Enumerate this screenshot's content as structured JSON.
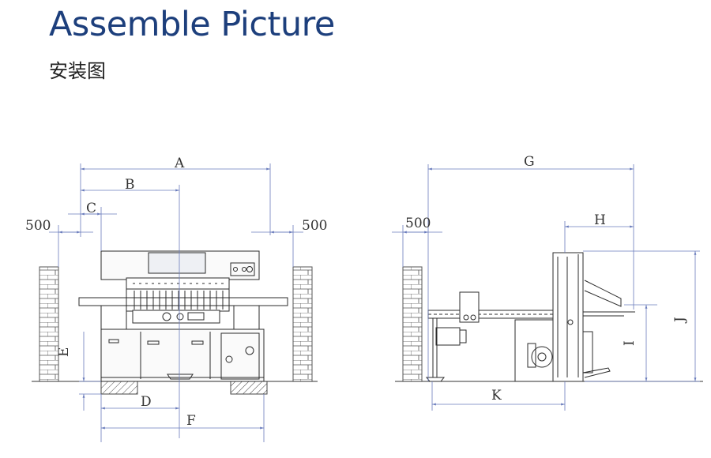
{
  "page": {
    "title": "Assemble Picture",
    "subtitle": "安装图"
  },
  "colors": {
    "title": "#1d3f7c",
    "dimension_line": "#6a7cbc",
    "machine_line": "#2b2b2b",
    "brick": "#555555"
  },
  "front_view": {
    "dimensions": {
      "A": "A",
      "B": "B",
      "C": "C",
      "D": "D",
      "E": "E",
      "F": "F"
    },
    "clearance_left": "500",
    "clearance_right": "500"
  },
  "side_view": {
    "dimensions": {
      "G": "G",
      "H": "H",
      "I": "I",
      "J": "J",
      "K": "K"
    },
    "clearance_left": "500"
  }
}
